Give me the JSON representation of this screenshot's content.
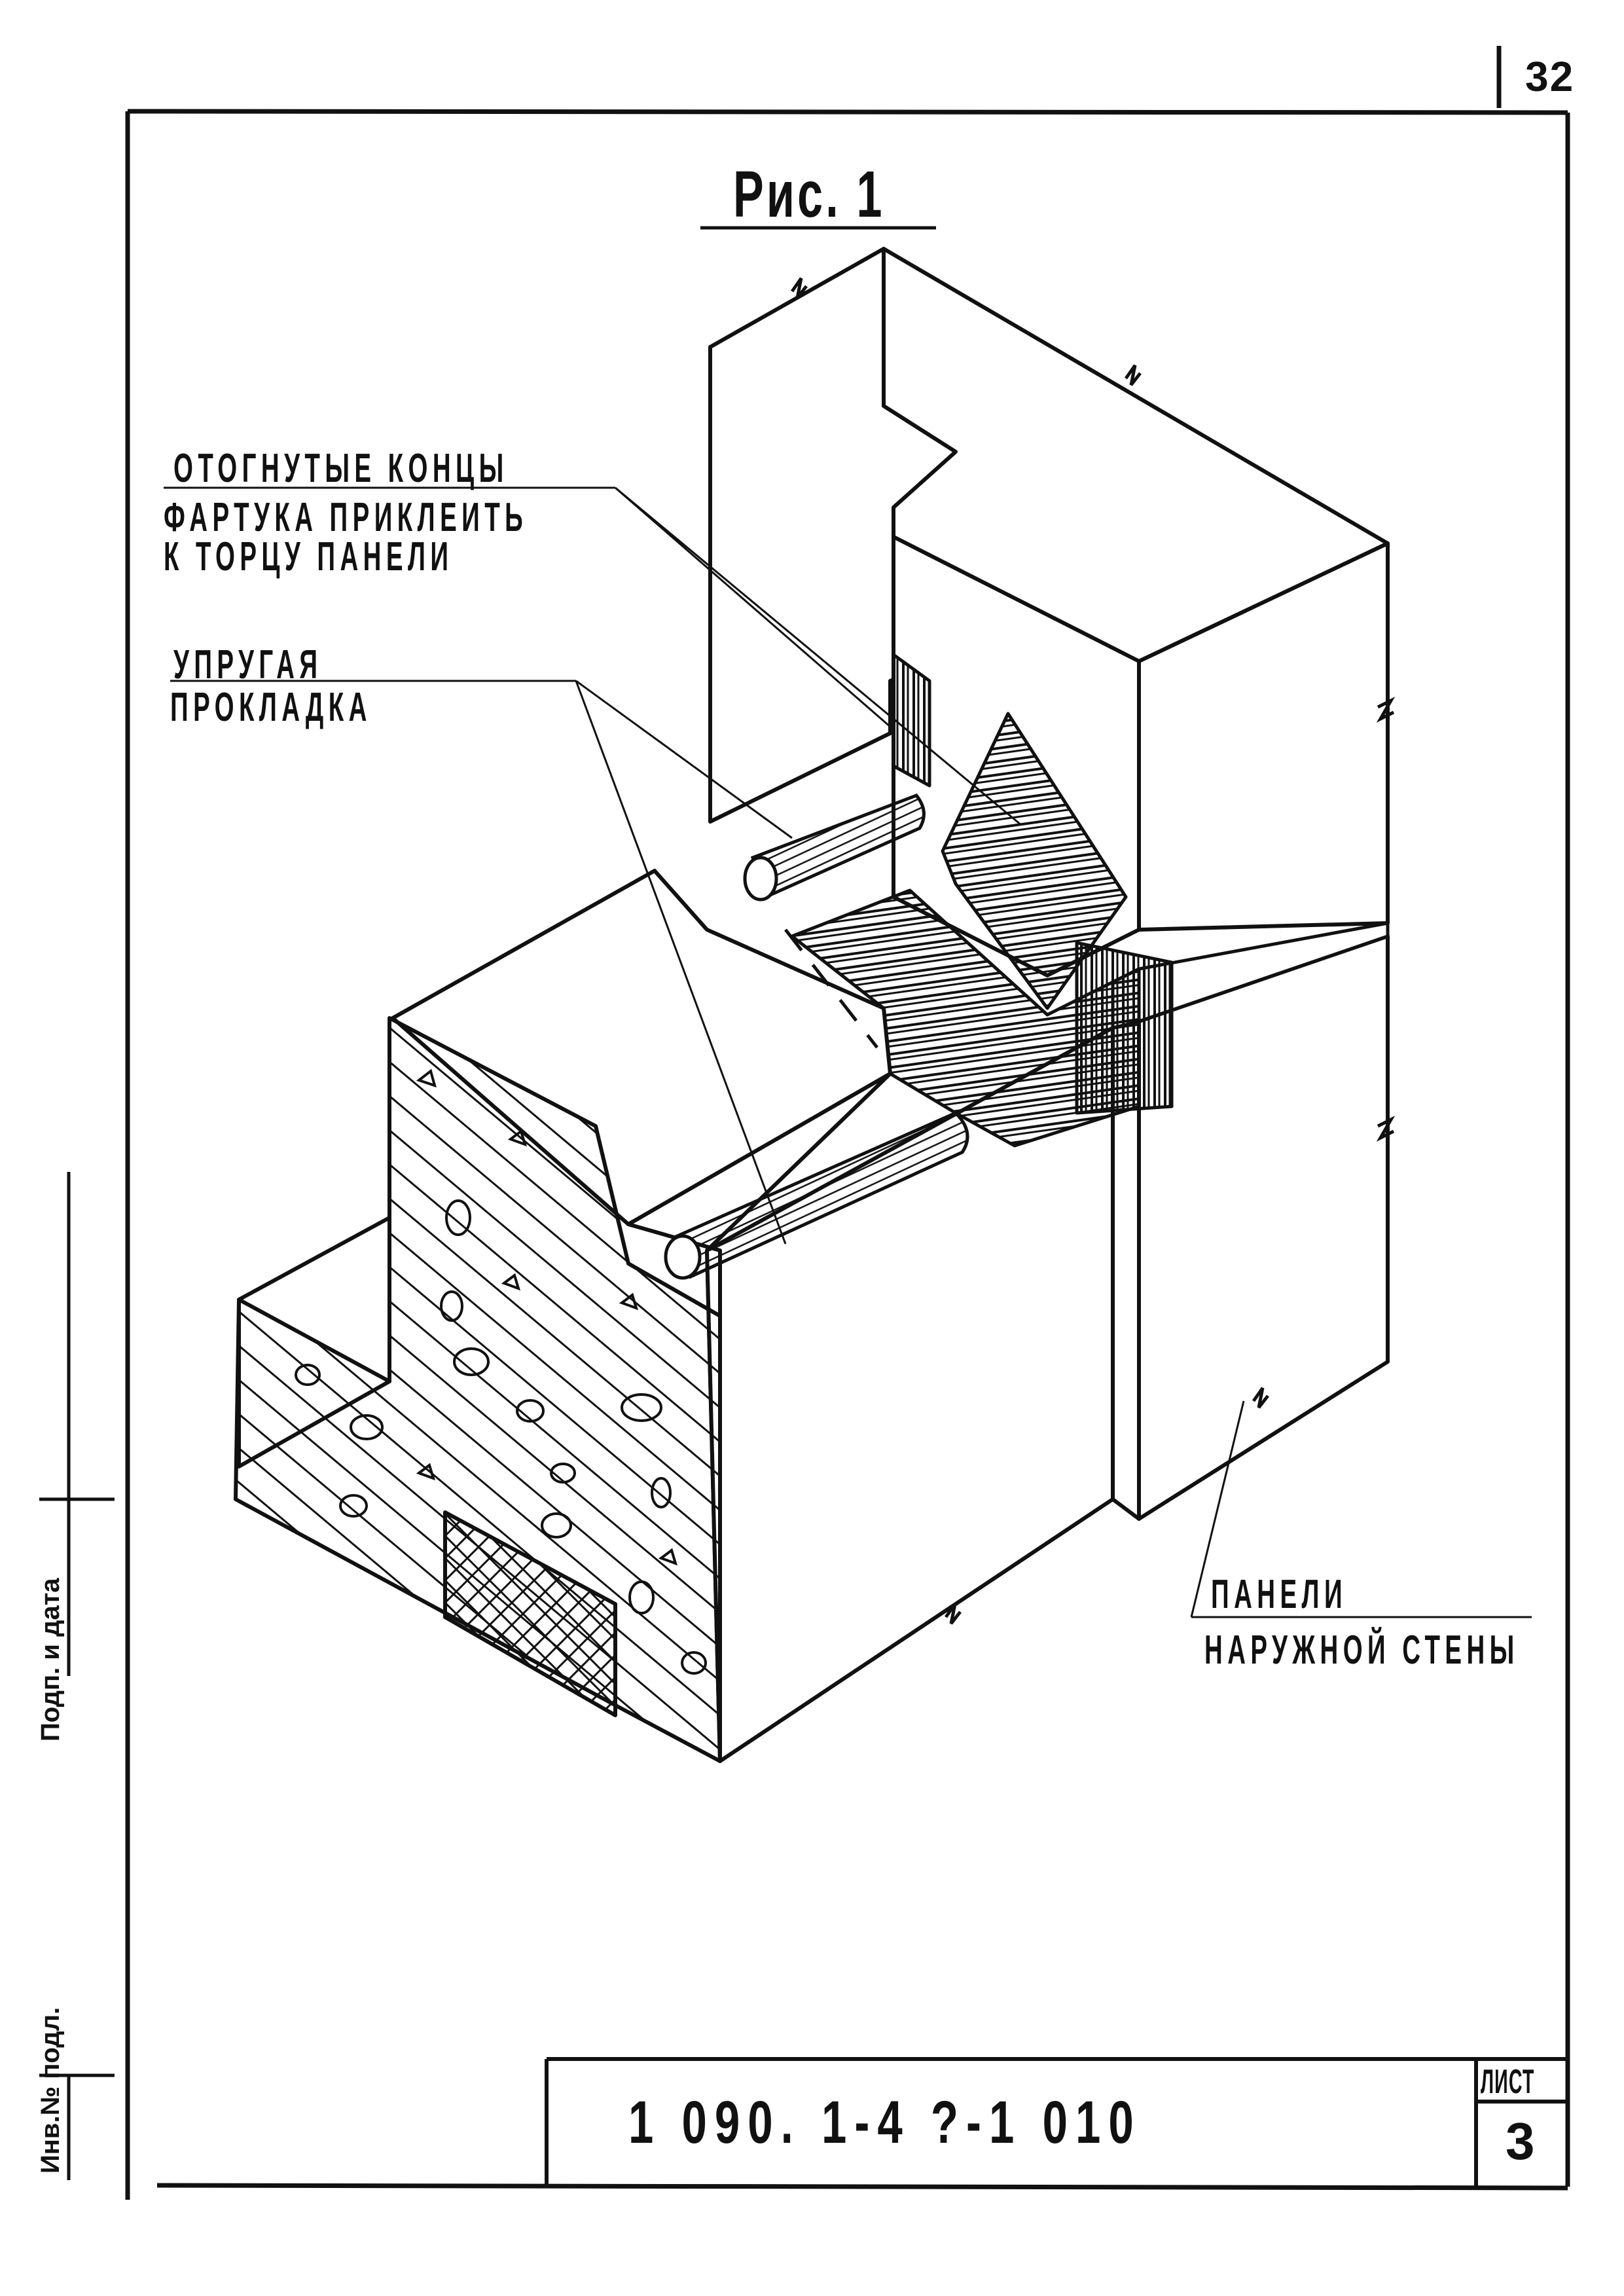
{
  "sheet_number": "32",
  "figure_title": "Рис. 1",
  "labels": {
    "apron_line1": "ОТОГНУТЫЕ КОНЦЫ",
    "apron_line2": "ФАРТУКА ПРИКЛЕИТЬ",
    "apron_line3": "К ТОРЦУ ПАНЕЛИ",
    "gasket_line1": "УПРУГАЯ",
    "gasket_line2": "ПРОКЛАДКА",
    "panels_line1": "ПАНЕЛИ",
    "panels_line2": "НАРУЖНОЙ СТЕНЫ"
  },
  "title_block": {
    "document_code": "1 090. 1-4 ?-1 010",
    "sheet_label": "ЛИСТ",
    "sheet_value": "3"
  },
  "margin_stamp": {
    "upper": "Подп. и дата",
    "lower": "Инв.№ подл."
  },
  "colors": {
    "ink": "#111111",
    "paper": "#ffffff"
  }
}
